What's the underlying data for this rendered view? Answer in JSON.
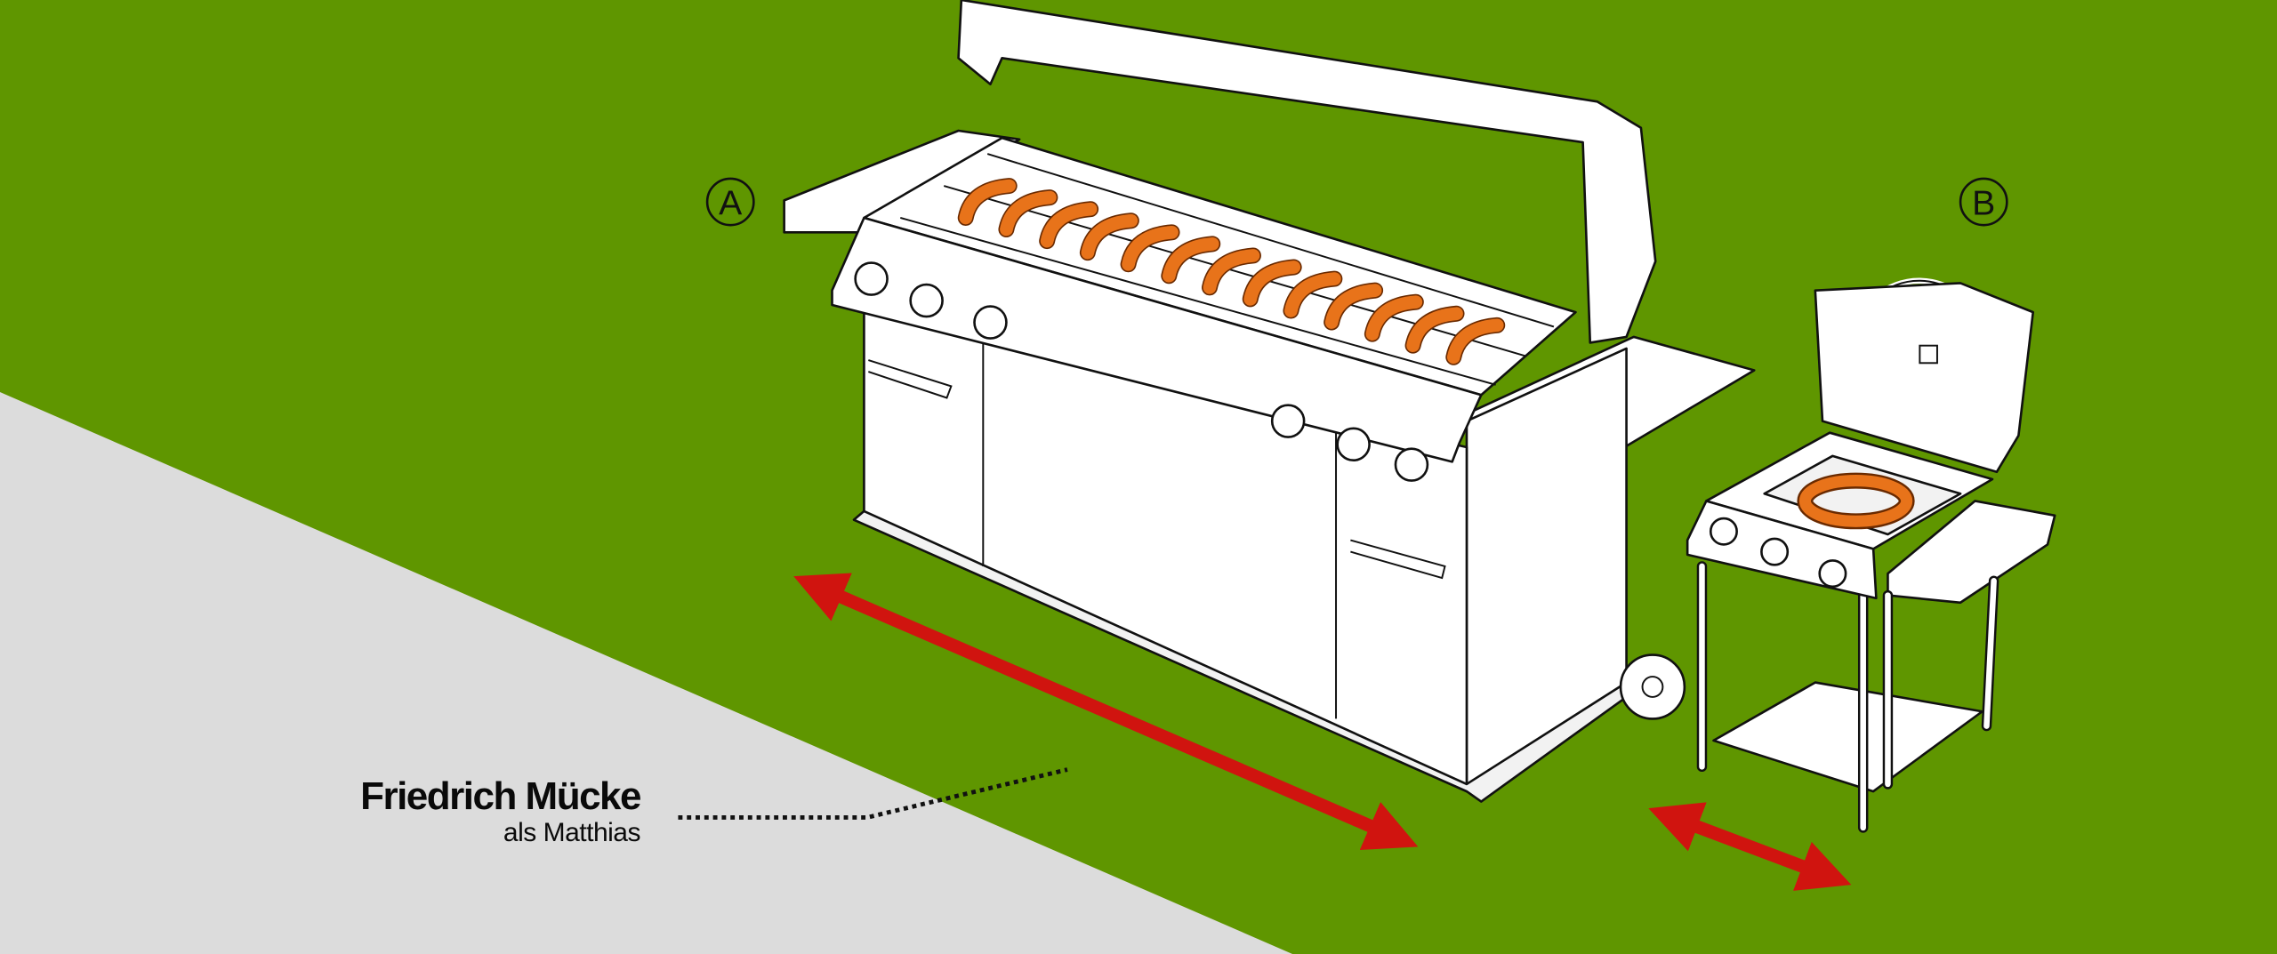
{
  "labels": {
    "grill_a": "A",
    "grill_b": "B"
  },
  "caption": {
    "name": "Friedrich Mücke",
    "role": "als Matthias"
  },
  "colors": {
    "background": "#5f9600",
    "floor": "#dcdcdc",
    "arrow": "#d0140f",
    "sausage": "#e8731a"
  }
}
